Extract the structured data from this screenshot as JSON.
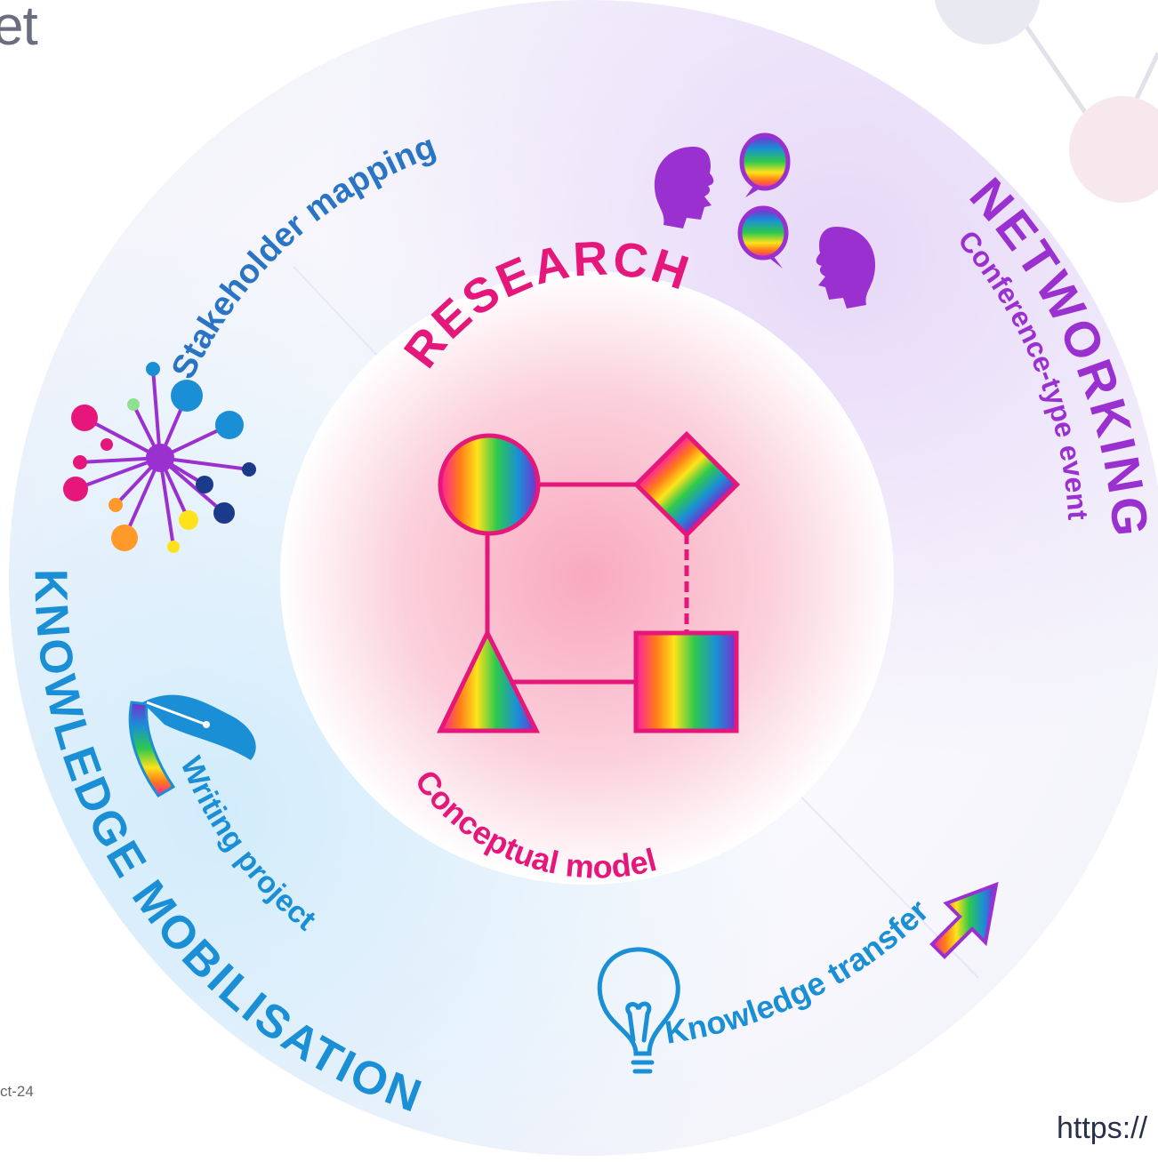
{
  "logo": {
    "text": "et"
  },
  "footer": {
    "date_fragment": "ct-24",
    "url_fragment": "https://"
  },
  "center": {
    "title": "RESEARCH",
    "subtitle": "Conceptual model"
  },
  "segments": {
    "networking": {
      "title": "NETWORKING",
      "activity": "Conference-type event"
    },
    "knowledge_mobilisation": {
      "title": "KNOWLEDGE MOBILISATION"
    },
    "stakeholder": {
      "activity": "Stakeholder mapping"
    },
    "writing": {
      "activity": "Writing project"
    },
    "transfer": {
      "activity": "Knowledge transfer"
    }
  },
  "colors": {
    "research": "#e6177a",
    "networking": "#9b30d0",
    "knowledge": "#1a8fd6",
    "stakeholder_label": "#2a74c6"
  },
  "icons": [
    "speaking-heads-icon",
    "starburst-network-icon",
    "fountain-pen-icon",
    "light-bulb-icon",
    "arrow-up-right-icon",
    "geometric-shapes-diagram"
  ]
}
